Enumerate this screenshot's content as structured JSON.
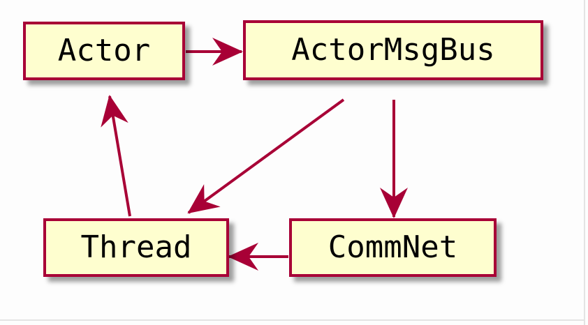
{
  "diagram": {
    "nodes": {
      "actor": "Actor",
      "bus": "ActorMsgBus",
      "thread": "Thread",
      "commnet": "CommNet"
    },
    "edges": [
      {
        "from": "Actor",
        "to": "ActorMsgBus"
      },
      {
        "from": "ActorMsgBus",
        "to": "Thread"
      },
      {
        "from": "ActorMsgBus",
        "to": "CommNet"
      },
      {
        "from": "CommNet",
        "to": "Thread"
      },
      {
        "from": "Thread",
        "to": "Actor"
      }
    ],
    "colors": {
      "node_fill": "#fefecf",
      "node_border": "#a80036",
      "edge": "#a80036",
      "text": "#000000"
    }
  }
}
